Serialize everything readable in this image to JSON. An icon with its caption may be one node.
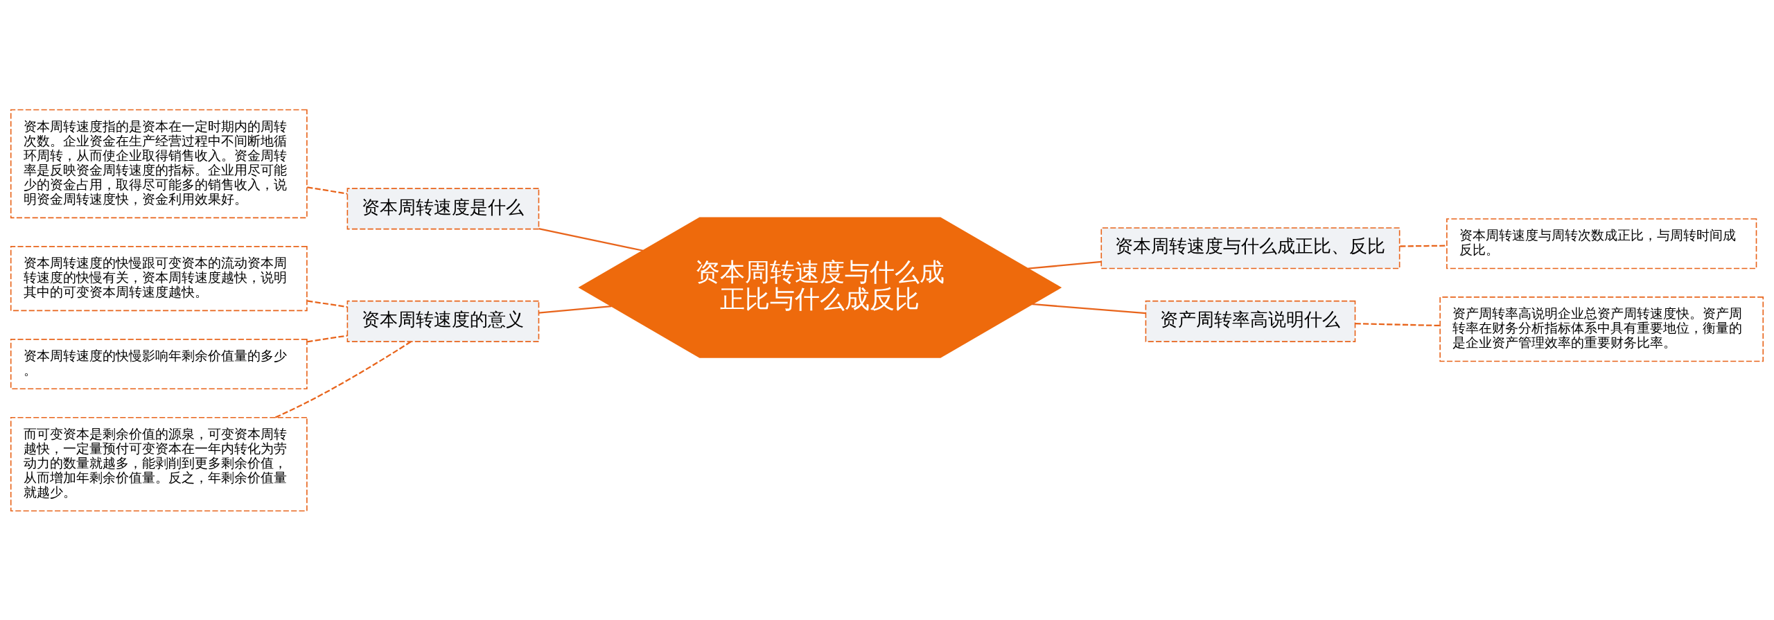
{
  "diagram": {
    "nodes": [
      {
        "text": [
          "资本周转速度与什么成正比与什么成反比"
        ]
      },
      {
        "text": [
          "资本周转速度是什么"
        ]
      },
      {
        "text": [
          "资本周转速度指的是资本在一定时期内的周转次数。企业资金在生产经营过程中不间断地循环周转，从而使企业取得销售收入。资金周转率是反映资金周转速度的指标。企业用尽可能少的资金占用，取得尽可能多的销售收入，说明资金周转速度快，资金利用效果好。"
        ]
      },
      {
        "text": [
          "资本周转速度的意义"
        ]
      },
      {
        "text": [
          "资本周转速度的快慢跟可变资本的流动资本周转速度的快慢有关，资本周转速度越快，说明其中的可变资本周转速度越快。"
        ]
      },
      {
        "text": [
          "资本周转速度的快慢影响年剩余价值量的多少。"
        ]
      },
      {
        "text": [
          "而可变资本是剩余价值的源泉，可变资本周转越快，一定量预付可变资本在一年内转化为劳动力的数量就越多，能剥削到更多剩余价值，从而增加年剩余价值量。反之，年剩余价值量就越少。"
        ]
      },
      {
        "text": [
          "资本周转速度与什么成正比、反比"
        ]
      },
      {
        "text": [
          "资本周转速度与周转次数成正比，与周转时间成反比。"
        ]
      },
      {
        "text": [
          "资产周转率高说明什么"
        ]
      },
      {
        "text": [
          "资产周转率高说明企业总资产周转速度快。资产周转率在财务分析指标体系中具有重要地位，衡量的是企业资产管理效率的重要财务比率。"
        ]
      }
    ],
    "edges": [
      {
        "from": 0,
        "to": 1,
        "arrow": "none"
      },
      {
        "from": 1,
        "to": 2,
        "arrow": "none",
        "style": "dashed"
      },
      {
        "from": 0,
        "to": 3,
        "arrow": "none"
      },
      {
        "from": 3,
        "to": 4,
        "arrow": "none",
        "style": "dashed"
      },
      {
        "from": 3,
        "to": 5,
        "arrow": "none",
        "style": "dashed"
      },
      {
        "from": 3,
        "to": 6,
        "arrow": "none",
        "style": "dashed"
      },
      {
        "from": 0,
        "to": 7,
        "arrow": "none"
      },
      {
        "from": 7,
        "to": 8,
        "arrow": "none",
        "style": "dashed"
      },
      {
        "from": 0,
        "to": 9,
        "arrow": "none"
      },
      {
        "from": 9,
        "to": 10,
        "arrow": "none",
        "style": "dashed"
      }
    ]
  }
}
